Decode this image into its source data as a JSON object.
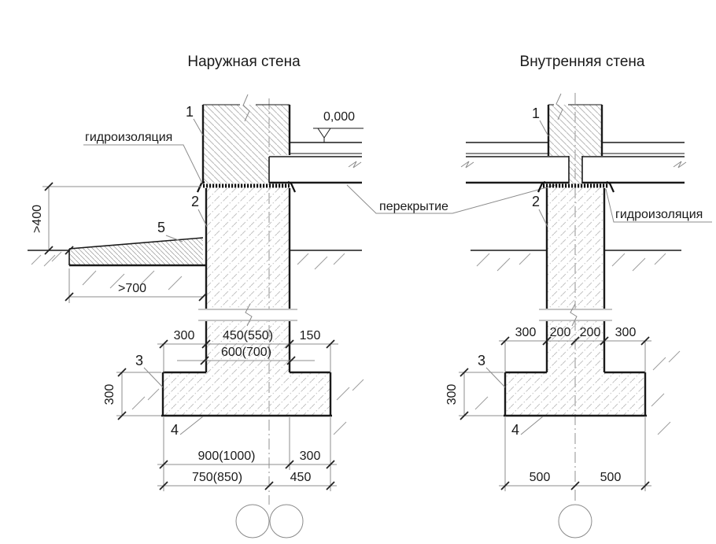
{
  "colors": {
    "ink": "#1a1a1a",
    "hatch": "#b8b8b8",
    "background": "#ffffff"
  },
  "left": {
    "title": "Наружная стена",
    "labels": {
      "wall": "1",
      "foundation": "2",
      "footing": "3",
      "base": "4",
      "blind_area": "5"
    },
    "annotations": {
      "waterproofing": "гидроизоляция",
      "floor_slab": "перекрытие",
      "level_mark": "0,000"
    },
    "dims": {
      "above_ground": ">400",
      "blind_width": ">700",
      "ledge_left": "300",
      "wall_width": "450(550)",
      "ledge_right": "150",
      "lower_width": "600(700)",
      "footing_height": "300",
      "footing_width": "900(1000)",
      "offset_right": "300",
      "axis_left": "750(850)",
      "axis_right": "450"
    }
  },
  "right": {
    "title": "Внутренняя стена",
    "labels": {
      "wall": "1",
      "foundation": "2",
      "footing": "3",
      "base": "4"
    },
    "annotations": {
      "waterproofing": "гидроизоляция"
    },
    "dims": {
      "ledge_left": "300",
      "wall_half_left": "200",
      "wall_half_right": "200",
      "ledge_right": "300",
      "footing_height": "300",
      "axis_left": "500",
      "axis_right": "500"
    }
  }
}
